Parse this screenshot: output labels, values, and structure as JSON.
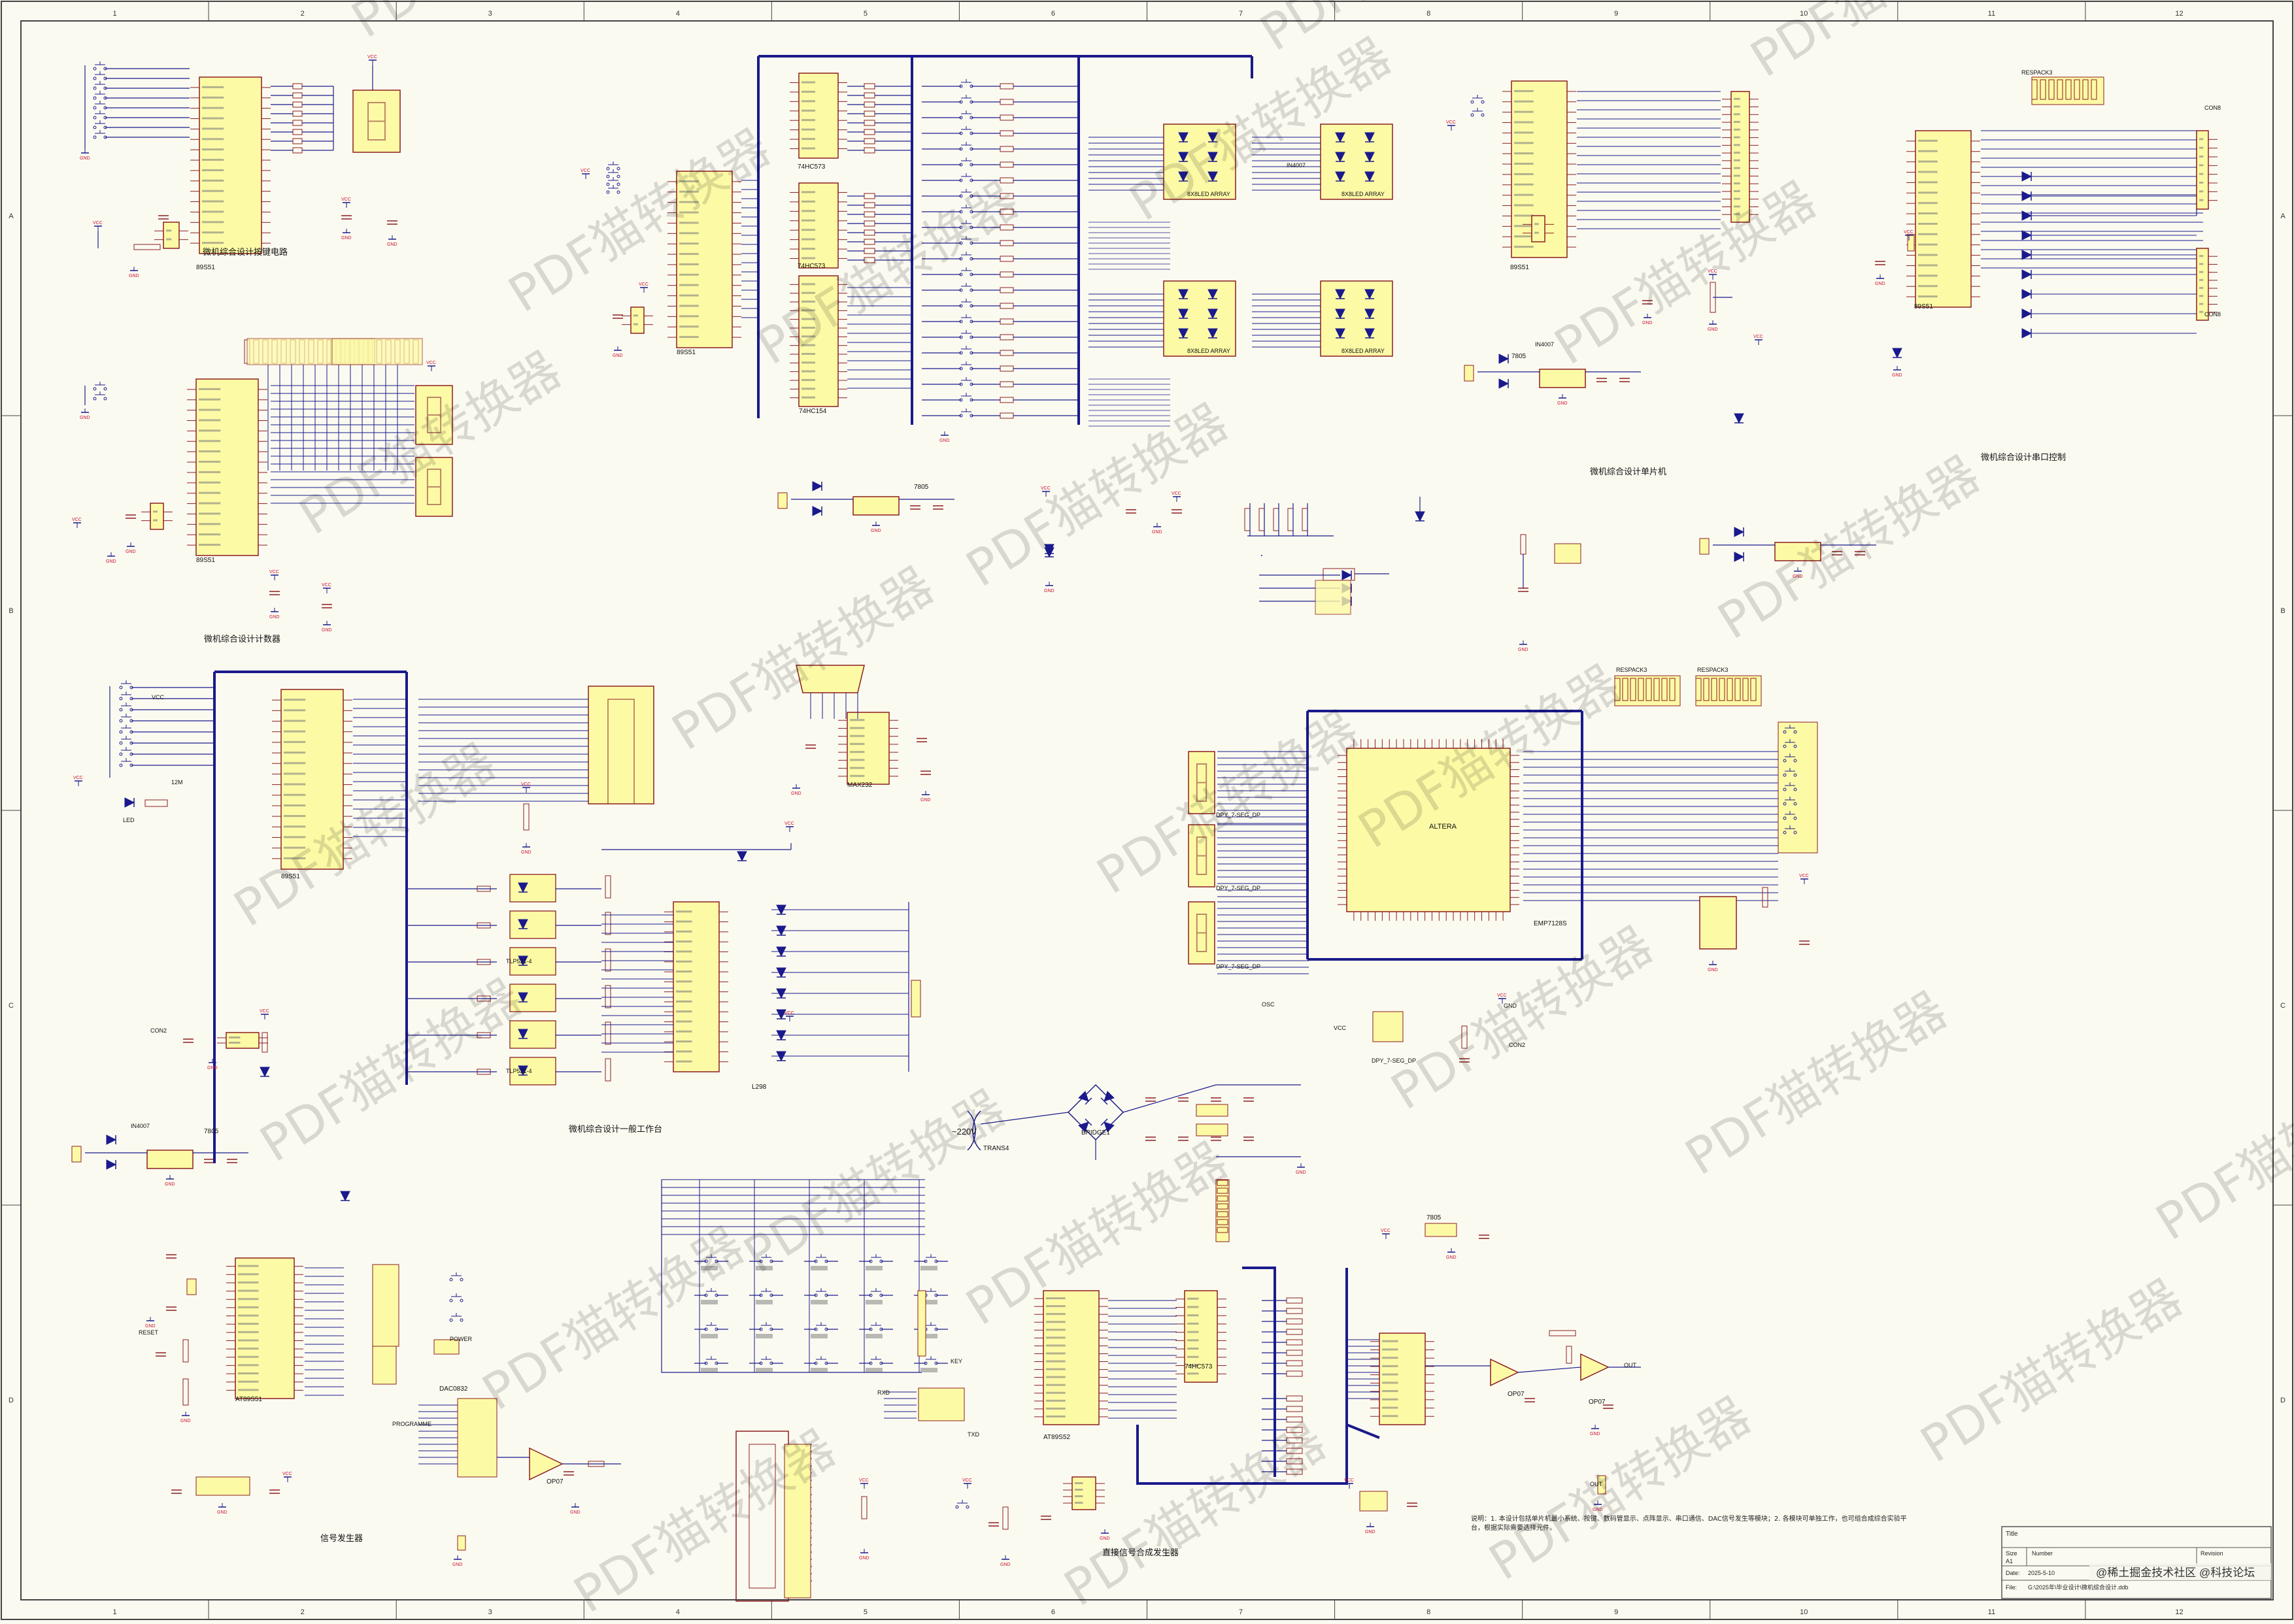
{
  "watermark": "PDF猫转换器",
  "footer_brand": "@稀土掘金技术社区 @科技论坛",
  "grid": {
    "cols": [
      "1",
      "2",
      "3",
      "4",
      "5",
      "6",
      "7",
      "8",
      "9",
      "10",
      "11",
      "12"
    ],
    "rows": [
      "A",
      "B",
      "C",
      "D"
    ]
  },
  "titles": {
    "keypad": "微机综合设计按键电路",
    "counter": "微机综合设计计数器",
    "serial": "微机综合设计串口控制",
    "scm": "微机综合设计单片机",
    "worktable": "微机综合设计一般工作台",
    "signal": "信号发生器",
    "dds": "直接信号合成发生器"
  },
  "chips": {
    "mcu": "89S51",
    "mcu2": "AT89S51",
    "mcu3": "AT89S52",
    "latch": "74HC573",
    "decoder": "74HC154",
    "driver": "L298",
    "rs232": "MAX232",
    "cpld": "EMP7128S",
    "cpld_maker": "ALTERA",
    "dac": "DAC0832",
    "opamp": "OP07",
    "regulator": "7805",
    "led_array": "8X8LED ARRAY",
    "optocoupler": "TLP521-4",
    "bridge": "BRIDGE1",
    "transformer": "TRANS4",
    "rectifier": "IN4007",
    "sevenseg": "DPY_7-SEG_DP",
    "respack": "RESPACK3"
  },
  "labels": {
    "vcc": "VCC",
    "gnd": "GND",
    "con2": "CON2",
    "con8": "CON8",
    "ac": "~220V",
    "crystal": "12M",
    "led": "LED",
    "key": "KEY",
    "osc": "OSC",
    "txd": "TXD",
    "rxd": "RXD",
    "out": "OUT",
    "programme": "PROGRAMME",
    "power": "POWER",
    "reset": "RESET"
  },
  "title_block": {
    "title": "Title",
    "size_label": "Size",
    "size_value": "A1",
    "number_label": "Number",
    "revision_label": "Revision",
    "date_label": "Date:",
    "date_value": "2025-5-10",
    "file_label": "File:",
    "file_value": "G:\\2025年\\毕业设计\\微机综合设计.ddb"
  },
  "notes_text": "说明：1. 本设计包括单片机最小系统、按键、数码管显示、点阵显示、串口通信、DAC信号发生等模块；2. 各模块可单独工作，也可组合成综合实验平台，根据实际需要选择元件。"
}
